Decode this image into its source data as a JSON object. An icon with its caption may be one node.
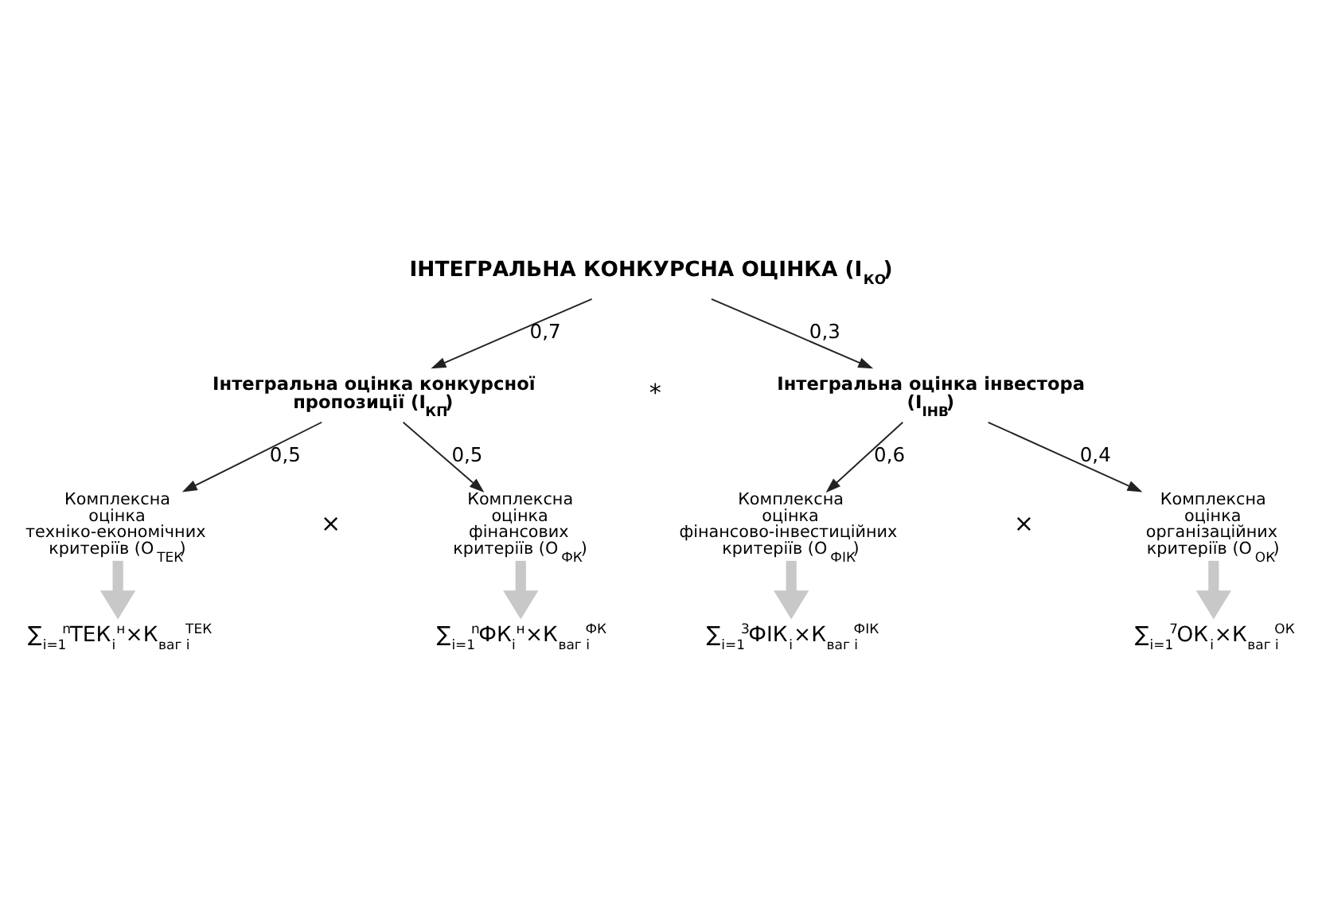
{
  "diagram": {
    "nodes": [
      {
        "text": [
          "ІНТЕГРАЛЬНА КОНКУРСНА ОЦІНКА (I$_{КО}$)"
        ]
      },
      {
        "text": [
          "Інтегральна оцінка конкурсної пропозиції (I$_{КП}$)"
        ]
      },
      {
        "text": [
          "Інтегральна оцінка інвестора (I$_{ІНВ}$)"
        ]
      },
      {
        "text": [
          "Комплексна оцінка техніко-економічних критеріїв (O$_{ТЕК}$)"
        ]
      },
      {
        "text": [
          "Комплексна оцінка фінансових критеріїв (O$_{ФК}$)"
        ]
      },
      {
        "text": [
          "Комплексна оцінка фінансово-інвестиційних критеріїв (O$_{ФІК}$)"
        ]
      },
      {
        "text": [
          "Комплексна оцінка організаційних критеріїв (O$_{ОК}$)"
        ]
      },
      {
        "text": [
          "∑$_{i=1}$$^{n}$ТЕК$_{i}$$^{н}$×К$_{ваг i}$$^{ТЕК}$"
        ]
      },
      {
        "text": [
          "∑$_{i=1}$$^{n}$ФК$_{i}$$^{н}$×К$_{ваг i}$$^{ФК}$"
        ]
      },
      {
        "text": [
          "∑$_{i=1}$$^{3}$ФІК$_{i}$×К$_{ваг i}$$^{ФІК}$"
        ]
      },
      {
        "text": [
          "∑$_{i=1}$$^{7}$ОК$_{i}$×К$_{ваг i}$$^{ОК}$"
        ]
      }
    ],
    "edges": [
      {
        "from": 0,
        "to": 1,
        "arrow": "to",
        "label": "0,7"
      },
      {
        "from": 0,
        "to": 2,
        "arrow": "to",
        "label": "0,3"
      },
      {
        "from": 1,
        "to": 3,
        "arrow": "to",
        "label": "0,5"
      },
      {
        "from": 1,
        "to": 4,
        "arrow": "to",
        "label": "0,5"
      },
      {
        "from": 2,
        "to": 5,
        "arrow": "to",
        "label": "0,6"
      },
      {
        "from": 2,
        "to": 6,
        "arrow": "to",
        "label": "0,4"
      },
      {
        "from": 3,
        "to": 7,
        "arrow": "to",
        "style": "thick",
        "color": "#c8c8c8"
      },
      {
        "from": 4,
        "to": 8,
        "arrow": "to",
        "style": "thick",
        "color": "#c8c8c8"
      },
      {
        "from": 5,
        "to": 9,
        "arrow": "to",
        "style": "thick",
        "color": "#c8c8c8"
      },
      {
        "from": 6,
        "to": 10,
        "arrow": "to",
        "style": "thick",
        "color": "#c8c8c8"
      }
    ],
    "labels": [
      "*",
      "×",
      "×"
    ]
  }
}
